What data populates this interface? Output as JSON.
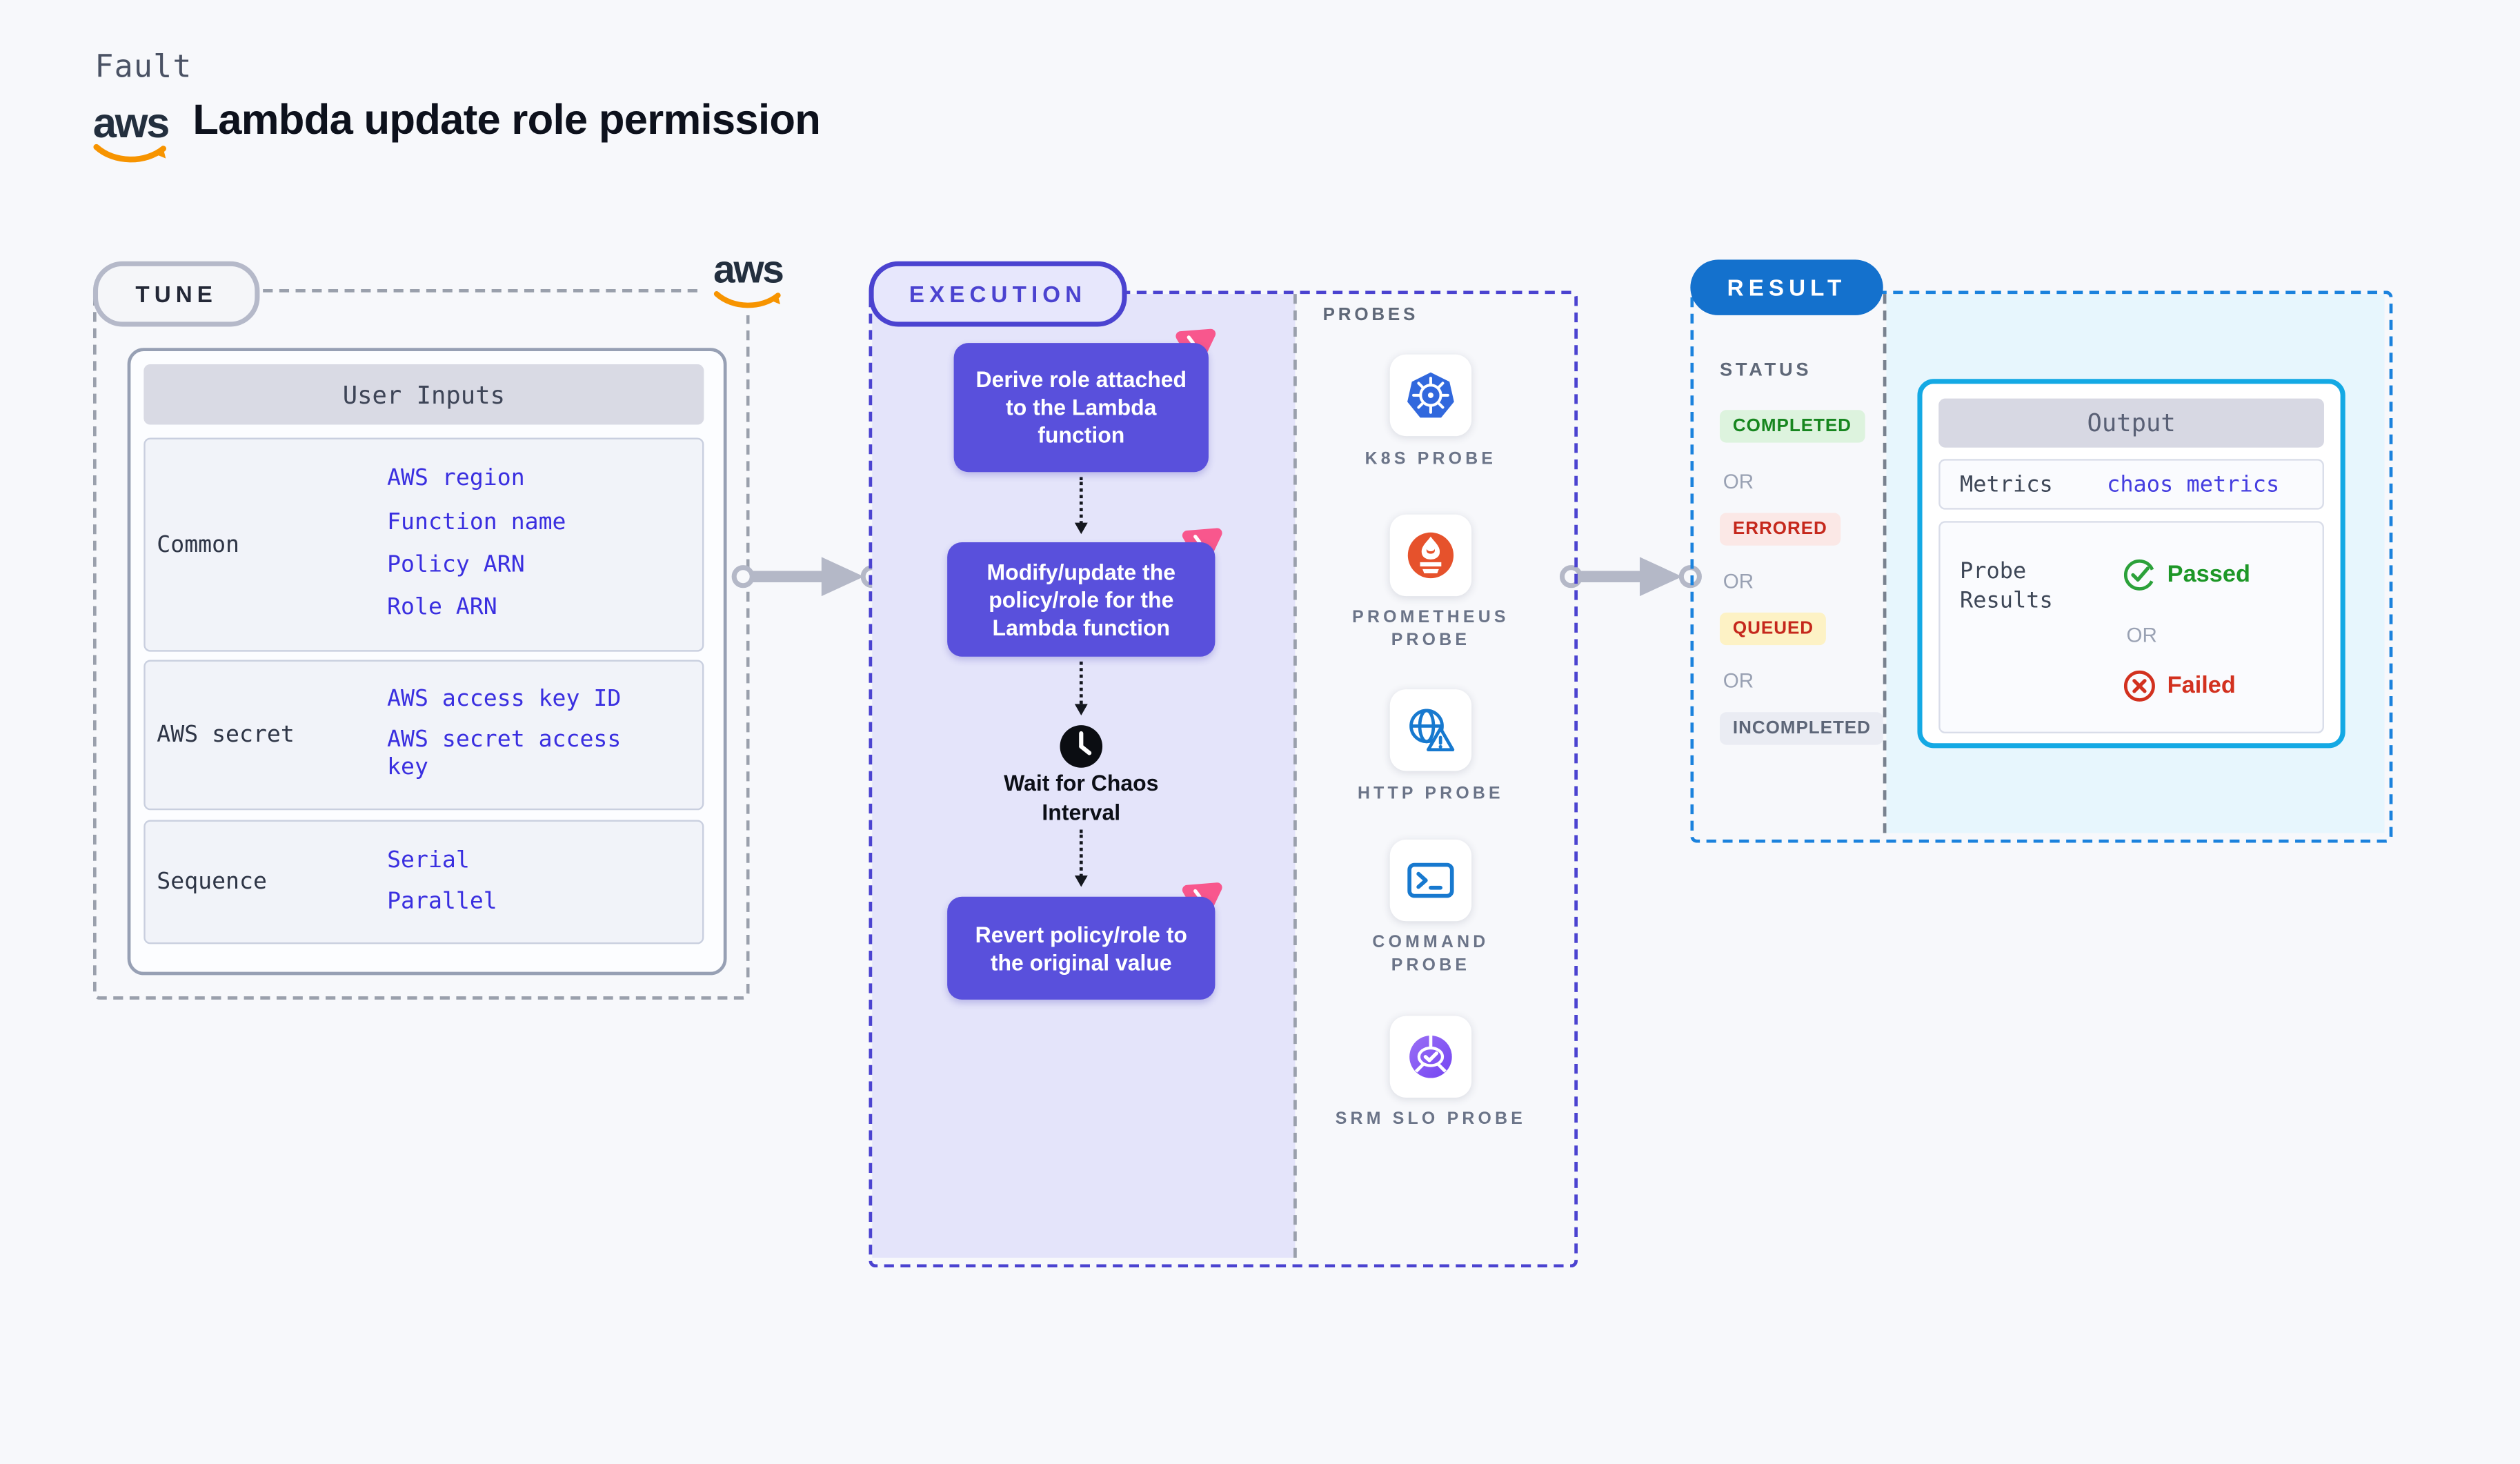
{
  "header": {
    "eyebrow": "Fault",
    "title": "Lambda update role permission",
    "aws_wordmark": "aws"
  },
  "tune": {
    "badge": "TUNE",
    "aws_wordmark": "aws",
    "user_inputs": {
      "title": "User Inputs",
      "groups": [
        {
          "label": "Common",
          "values": [
            "AWS region",
            "Function name",
            "Policy ARN",
            "Role ARN"
          ]
        },
        {
          "label": "AWS secret",
          "values": [
            "AWS access key ID",
            "AWS secret access key"
          ]
        },
        {
          "label": "Sequence",
          "values": [
            "Serial",
            "Parallel"
          ]
        }
      ]
    }
  },
  "execution": {
    "badge": "EXECUTION",
    "steps": [
      {
        "label": "Derive role attached to the Lambda function",
        "icon": "chaos-fault-icon"
      },
      {
        "label": "Modify/update the policy/role for the Lambda function",
        "icon": "chaos-fault-icon"
      },
      {
        "label": "Revert policy/role to the original value",
        "icon": "chaos-fault-icon"
      }
    ],
    "wait": {
      "label": "Wait for Chaos Interval",
      "icon": "clock-icon"
    },
    "probes": {
      "title": "PROBES",
      "items": [
        {
          "label": "K8S PROBE",
          "icon": "kubernetes-icon"
        },
        {
          "label": "PROMETHEUS PROBE",
          "icon": "prometheus-icon"
        },
        {
          "label": "HTTP PROBE",
          "icon": "http-globe-icon"
        },
        {
          "label": "COMMAND PROBE",
          "icon": "terminal-icon"
        },
        {
          "label": "SRM SLO PROBE",
          "icon": "srm-slo-icon"
        }
      ]
    }
  },
  "result": {
    "badge": "RESULT",
    "status": {
      "title": "STATUS",
      "separator": "OR",
      "badges": [
        {
          "label": "COMPLETED",
          "bg": "#ddf3de",
          "color": "#17861f"
        },
        {
          "label": "ERRORED",
          "bg": "#fbe8e6",
          "color": "#c5281c"
        },
        {
          "label": "QUEUED",
          "bg": "#fdf2c5",
          "color": "#c5281c"
        },
        {
          "label": "INCOMPLETED",
          "bg": "#eaecf3",
          "color": "#5d6678"
        }
      ]
    },
    "output": {
      "title": "Output",
      "metrics_label": "Metrics",
      "metrics_value": "chaos metrics",
      "probe_results_label": "Probe Results",
      "passed_label": "Passed",
      "failed_label": "Failed",
      "separator": "OR"
    }
  },
  "colors": {
    "page_bg": "#f7f8fb",
    "accent_indigo": "#4b43d0",
    "accent_blue": "#1471cd",
    "node_purple": "#5950dc",
    "lavender_panel": "#e4e4fa",
    "cyan_panel": "#e7f6fd",
    "cyan_border": "#14a9e4",
    "value_blue": "#3a2fe0",
    "pink": "#f8578d",
    "green": "#1d9727",
    "red": "#d2311f",
    "aws_orange": "#f79400"
  }
}
